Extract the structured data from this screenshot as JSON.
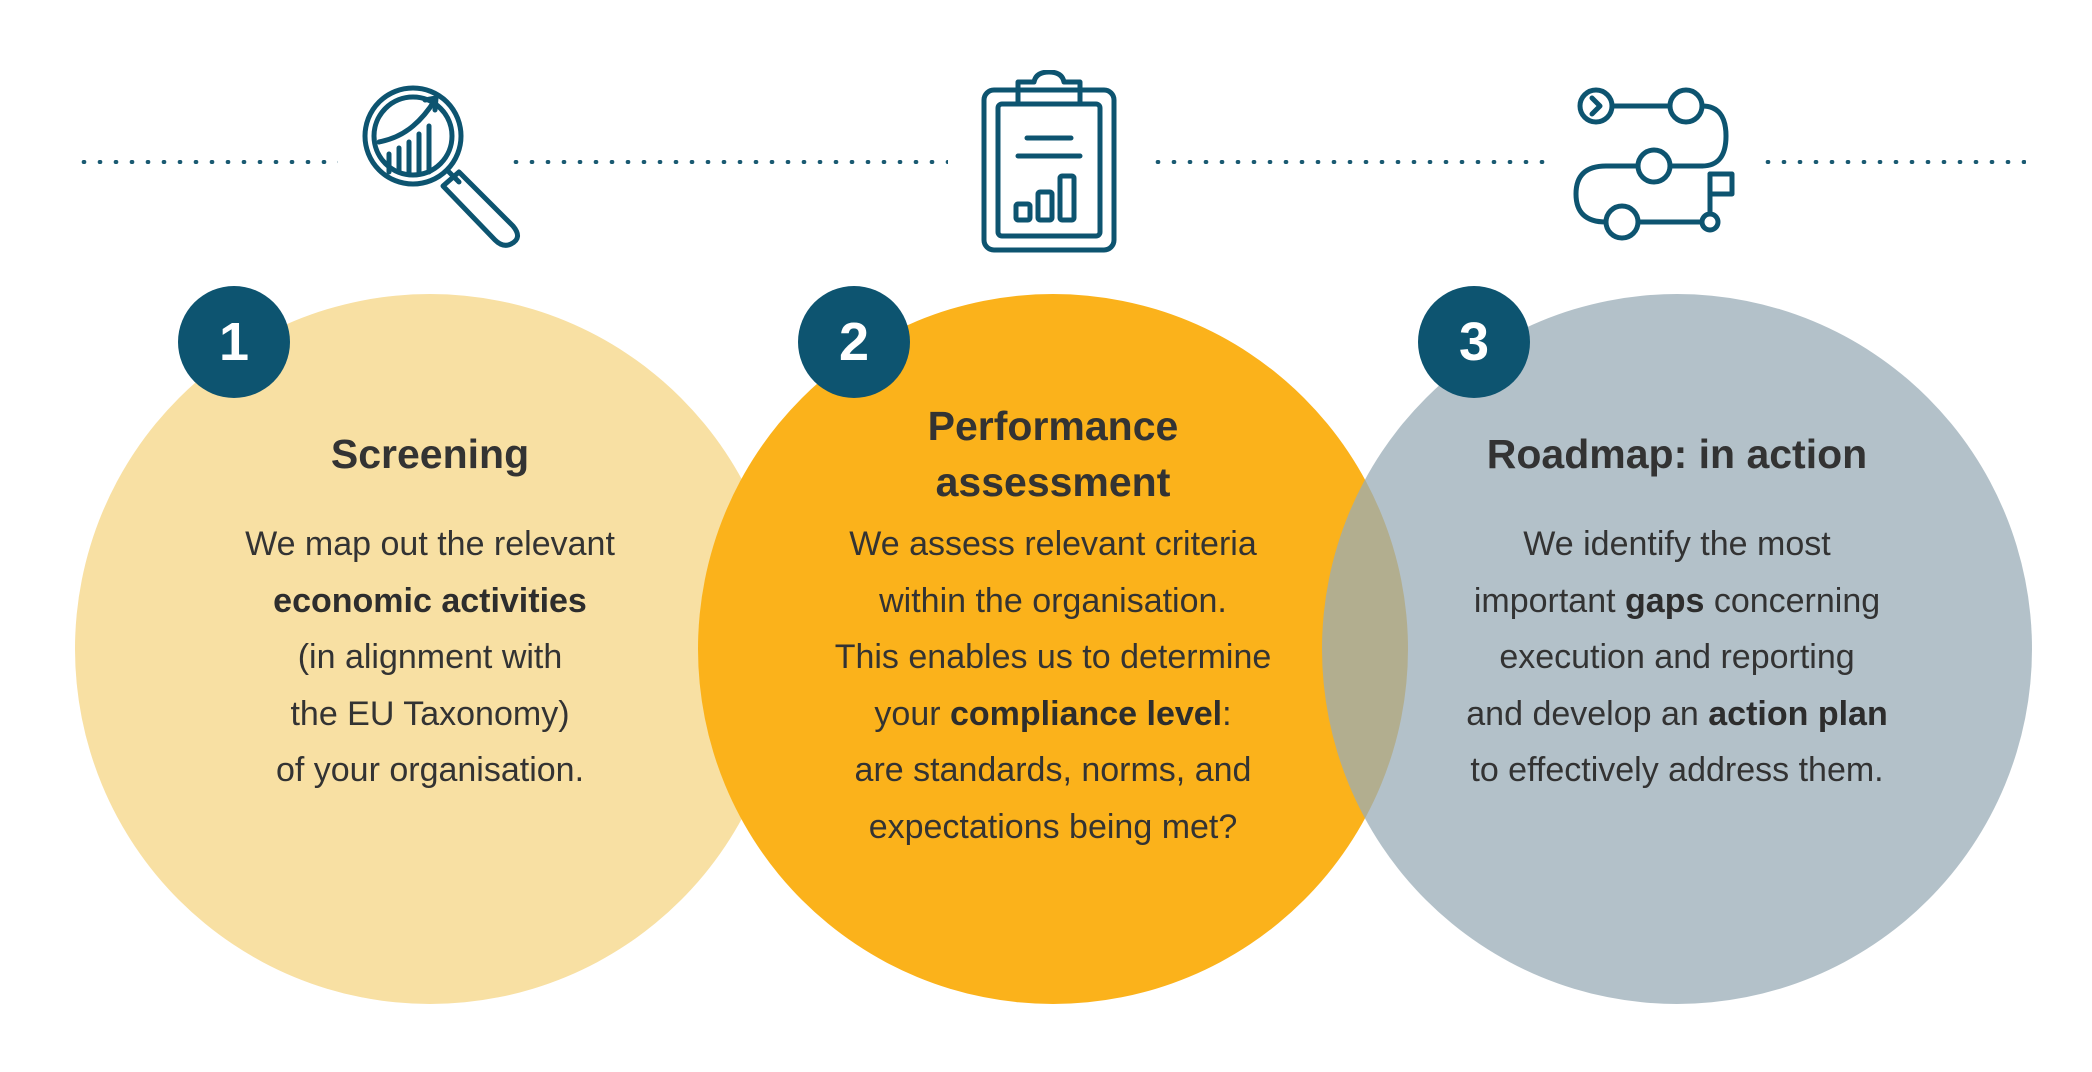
{
  "colors": {
    "teal": "#0d5470",
    "light_yellow": "#f8e0a3",
    "orange": "#fbb21b",
    "gray_blue": "#9aacb7",
    "text": "#333333"
  },
  "icons": [
    "magnifier-chart-icon",
    "clipboard-chart-icon",
    "roadmap-path-icon"
  ],
  "steps": [
    {
      "number": "1",
      "title": [
        "Screening"
      ],
      "lines": [
        [
          {
            "t": "We map out the relevant",
            "b": false
          }
        ],
        [
          {
            "t": "economic activities",
            "b": true
          }
        ],
        [
          {
            "t": "(in alignment with",
            "b": false
          }
        ],
        [
          {
            "t": "the EU Taxonomy)",
            "b": false
          }
        ],
        [
          {
            "t": "of your organisation.",
            "b": false
          }
        ]
      ]
    },
    {
      "number": "2",
      "title": [
        "Performance",
        "assessment"
      ],
      "lines": [
        [
          {
            "t": "We assess relevant criteria",
            "b": false
          }
        ],
        [
          {
            "t": "within the organisation.",
            "b": false
          }
        ],
        [
          {
            "t": "This enables us to determine",
            "b": false
          }
        ],
        [
          {
            "t": "your ",
            "b": false
          },
          {
            "t": "compliance level",
            "b": true
          },
          {
            "t": ":",
            "b": false
          }
        ],
        [
          {
            "t": "are standards, norms, and",
            "b": false
          }
        ],
        [
          {
            "t": "expectations being met?",
            "b": false
          }
        ]
      ]
    },
    {
      "number": "3",
      "title": [
        "Roadmap: in action"
      ],
      "lines": [
        [
          {
            "t": "We identify the most",
            "b": false
          }
        ],
        [
          {
            "t": "important ",
            "b": false
          },
          {
            "t": "gaps",
            "b": true
          },
          {
            "t": " concerning",
            "b": false
          }
        ],
        [
          {
            "t": "execution and reporting",
            "b": false
          }
        ],
        [
          {
            "t": "and develop an ",
            "b": false
          },
          {
            "t": "action plan",
            "b": true
          }
        ],
        [
          {
            "t": "to effectively address them.",
            "b": false
          }
        ]
      ]
    }
  ]
}
